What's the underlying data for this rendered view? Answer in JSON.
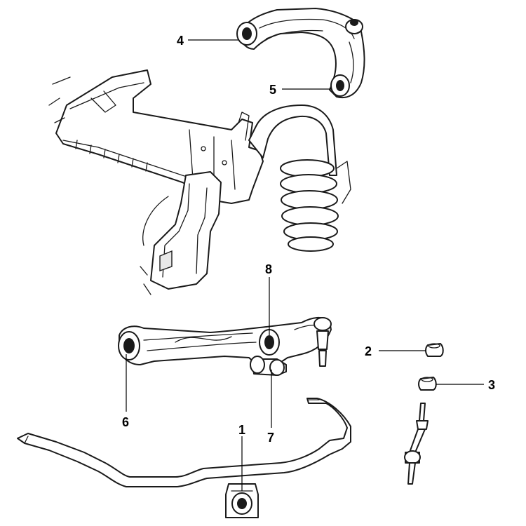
{
  "callouts": [
    {
      "id": "1",
      "label": "1"
    },
    {
      "id": "2",
      "label": "2"
    },
    {
      "id": "3",
      "label": "3"
    },
    {
      "id": "4",
      "label": "4"
    },
    {
      "id": "5",
      "label": "5"
    },
    {
      "id": "6",
      "label": "6"
    },
    {
      "id": "7",
      "label": "7"
    },
    {
      "id": "8",
      "label": "8"
    }
  ],
  "colors": {
    "line": "#1a1a1a",
    "fill": "#ffffff",
    "background": "#ffffff"
  }
}
